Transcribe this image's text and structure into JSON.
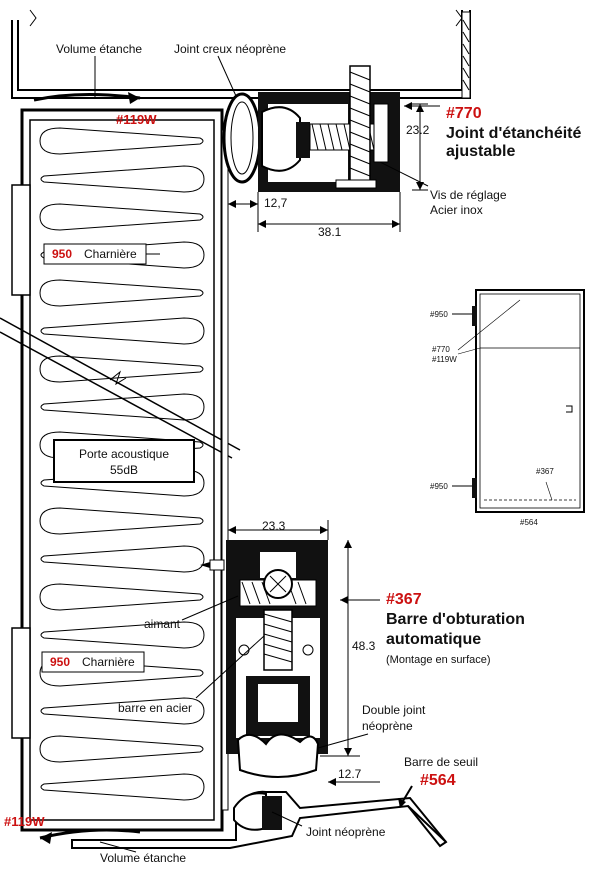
{
  "labels": {
    "volume_top": "Volume étanche",
    "joint_creux": "Joint creux néoprène",
    "ref_119w_top": "#119W",
    "ref_770": "#770",
    "joint_ajustable_1": "Joint d'étanchéité",
    "joint_ajustable_2": "ajustable",
    "dim_23_2": "23.2",
    "dim_12_7_top": "12,7",
    "dim_38_1": "38.1",
    "vis_1": "Vis de réglage",
    "vis_2": "Acier inox",
    "hinge1_num": "950",
    "hinge1_text": "Charnière",
    "porte_1": "Porte acoustique",
    "porte_2": "55dB",
    "dim_23_3": "23.3",
    "ref_367": "#367",
    "barre_1": "Barre d'obturation",
    "barre_2": "automatique",
    "montage": "(Montage en surface)",
    "aimant": "aimant",
    "dim_48_3": "48.3",
    "hinge2_num": "950",
    "hinge2_text": "Charnière",
    "barre_acier": "barre en acier",
    "double_joint_1": "Double joint",
    "double_joint_2": "néoprène",
    "dim_12_7_bot": "12.7",
    "seuil_label": "Barre de seuil",
    "ref_564": "#564",
    "ref_119w_bot": "#119W",
    "joint_neo": "Joint néoprène",
    "volume_bot": "Volume étanche"
  },
  "mini": {
    "h950_top": "#950",
    "r770": "#770",
    "r119w": "#119W",
    "h950_bot": "#950",
    "r367": "#367",
    "r564": "#564"
  }
}
